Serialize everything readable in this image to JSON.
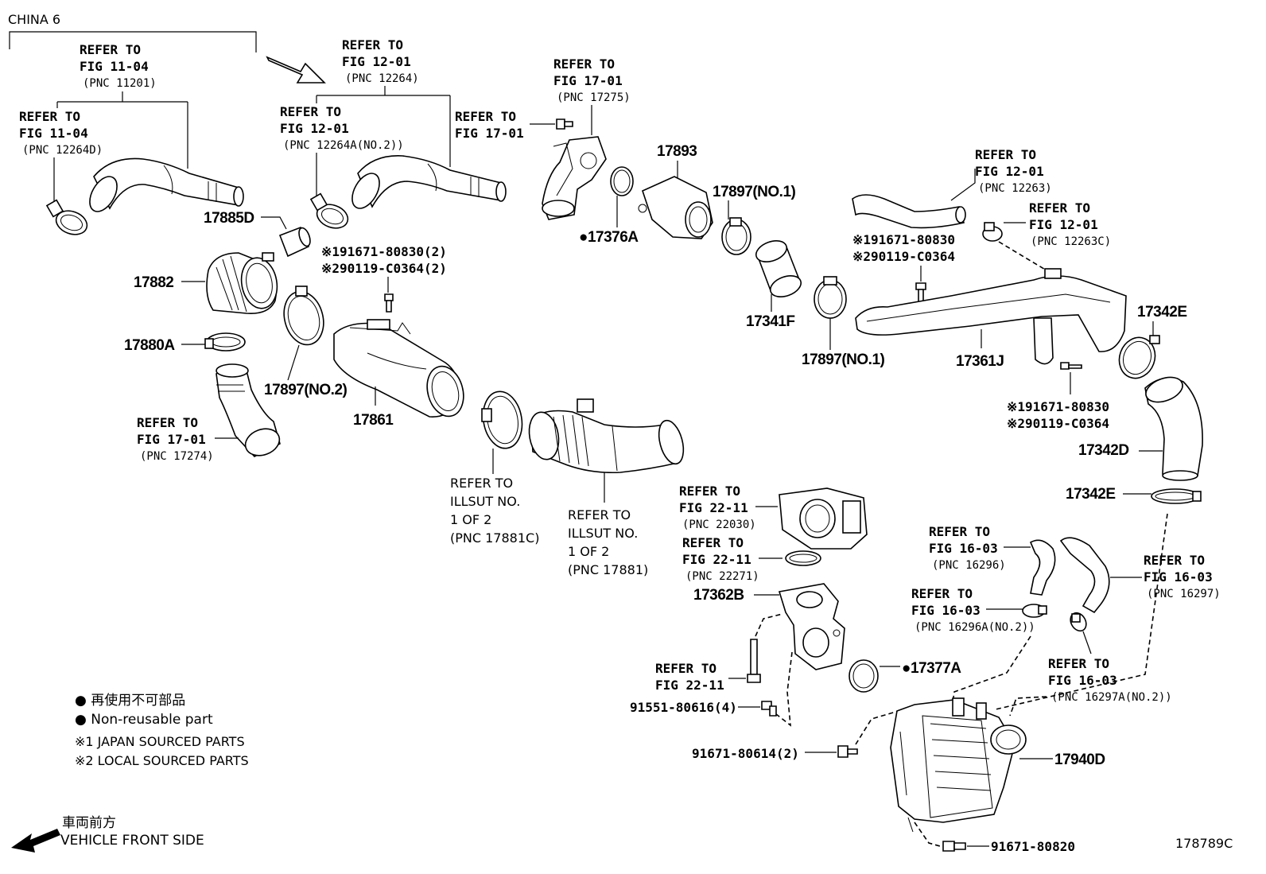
{
  "region": "CHINA 6",
  "fig_code": "178789C",
  "refs": {
    "r1": {
      "l1": "REFER TO",
      "l2": "FIG 11-04",
      "l3": "(PNC 11201)"
    },
    "r2": {
      "l1": "REFER TO",
      "l2": "FIG 11-04",
      "l3": "(PNC 12264D)"
    },
    "r3": {
      "l1": "REFER TO",
      "l2": "FIG 12-01",
      "l3": "(PNC 12264)"
    },
    "r4": {
      "l1": "REFER TO",
      "l2": "FIG 12-01",
      "l3": "(PNC 12264A(NO.2))"
    },
    "r5": {
      "l1": "REFER TO",
      "l2": "FIG 17-01"
    },
    "r6": {
      "l1": "REFER TO",
      "l2": "FIG 17-01",
      "l3": "(PNC 17275)"
    },
    "r7": {
      "l1": "REFER TO",
      "l2": "FIG 12-01",
      "l3": "(PNC 12263)"
    },
    "r8": {
      "l1": "REFER TO",
      "l2": "FIG 12-01",
      "l3": "(PNC 12263C)"
    },
    "r9": {
      "l1": "REFER TO",
      "l2": "FIG 17-01",
      "l3": "(PNC 17274)"
    },
    "r10": {
      "l1": "REFER TO",
      "l2": "ILLSUT NO.",
      "l3": "1 OF 2",
      "l4": "(PNC 17881C)"
    },
    "r11": {
      "l1": "REFER TO",
      "l2": "ILLSUT NO.",
      "l3": "1 OF 2",
      "l4": "(PNC 17881)"
    },
    "r12": {
      "l1": "REFER TO",
      "l2": "FIG 22-11",
      "l3": "(PNC 22030)"
    },
    "r13": {
      "l1": "REFER TO",
      "l2": "FIG 22-11",
      "l3": "(PNC 22271)"
    },
    "r14": {
      "l1": "REFER TO",
      "l2": "FIG 16-03",
      "l3": "(PNC 16296)"
    },
    "r15": {
      "l1": "REFER TO",
      "l2": "FIG 16-03",
      "l3": "(PNC 16297)"
    },
    "r16": {
      "l1": "REFER TO",
      "l2": "FIG 16-03",
      "l3": "(PNC 16296A(NO.2))"
    },
    "r17": {
      "l1": "REFER TO",
      "l2": "FIG 16-03",
      "l3": "(PNC 16297A(NO.2))"
    },
    "r18": {
      "l1": "REFER TO",
      "l2": "FIG 22-11"
    }
  },
  "parts": {
    "p17885D": "17885D",
    "p17882": "17882",
    "p17880A": "17880A",
    "p17897_no2": "17897(NO.2)",
    "p17861": "17861",
    "p17893": "17893",
    "p17376A": "●17376A",
    "p17897_no1a": "17897(NO.1)",
    "p17341F": "17341F",
    "p17897_no1b": "17897(NO.1)",
    "p17361J": "17361J",
    "p17342E_a": "17342E",
    "p17342D": "17342D",
    "p17342E_b": "17342E",
    "p17362B": "17362B",
    "p17377A": "●17377A",
    "p17940D": "17940D",
    "bolt_a1": "※191671-80830(2)",
    "bolt_a2": "※290119-C0364(2)",
    "bolt_b1": "※191671-80830",
    "bolt_b2": "※290119-C0364",
    "bolt_c1": "※191671-80830",
    "bolt_c2": "※290119-C0364",
    "bolt_d": "91551-80616(4)",
    "bolt_e": "91671-80614(2)",
    "bolt_f": "91671-80820"
  },
  "legend": {
    "non_reusable_cn": "● 再使用不可部品",
    "non_reusable_en": "● Non-reusable part",
    "japan": "※1 JAPAN SOURCED PARTS",
    "local": "※2 LOCAL SOURCED PARTS",
    "front_cn": "車両前方",
    "front_en": "VEHICLE FRONT SIDE"
  }
}
